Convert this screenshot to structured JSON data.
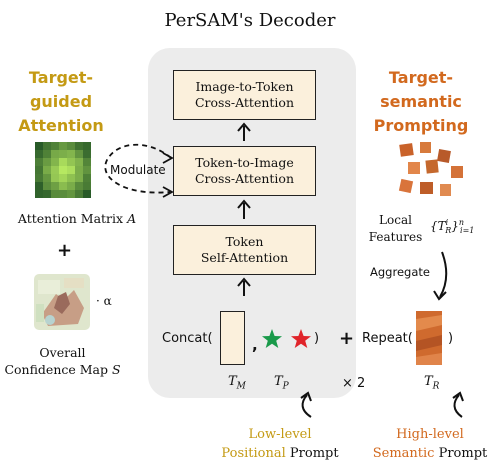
{
  "title": "PerSAM's Decoder",
  "blocks": {
    "cross_i2t": "Image-to-Token\nCross-Attention",
    "cross_t2i": "Token-to-Image\nCross-Attention",
    "self_attn": "Token\nSelf-Attention"
  },
  "left": {
    "heading_line1": "Target-guided",
    "heading_line2": "Attention",
    "modulate": "Modulate",
    "attn_matrix": "Attention Matrix ",
    "attn_symbol": "A",
    "plus": "+",
    "alpha": "· α",
    "conf_line1": "Overall",
    "conf_line2": "Confidence Map ",
    "conf_symbol": "S"
  },
  "right": {
    "heading_line1": "Target-semantic",
    "heading_line2": "Prompting",
    "local_line1": "Local",
    "local_line2": "Features",
    "local_formula": "{T",
    "local_formula_sup": "i",
    "local_formula_sub": "R",
    "local_formula_tail": "}",
    "local_formula_n": "n",
    "local_formula_i1": "i=1",
    "aggregate": "Aggregate",
    "repeat": "Repeat(",
    "repeat_close": ")"
  },
  "bottom": {
    "concat": "Concat(",
    "comma": ",",
    "close_paren": ")",
    "plus": "+",
    "tm": "T",
    "tm_sub": "M",
    "tp": "T",
    "tp_sub": "P",
    "times2": "× 2",
    "tr": "T",
    "tr_sub": "R",
    "low_line1": "Low-level",
    "low_line2a": "Positional",
    "low_line2b": " Prompt",
    "high_line1": "High-level",
    "high_line2a": "Semantic",
    "high_line2b": " Prompt"
  },
  "colors": {
    "gold": "#c49a14",
    "orange": "#d2691e",
    "block_fill": "#fbf0dc",
    "panel": "#ececec",
    "star_green": "#1a9a4a",
    "star_red": "#e0242a"
  }
}
